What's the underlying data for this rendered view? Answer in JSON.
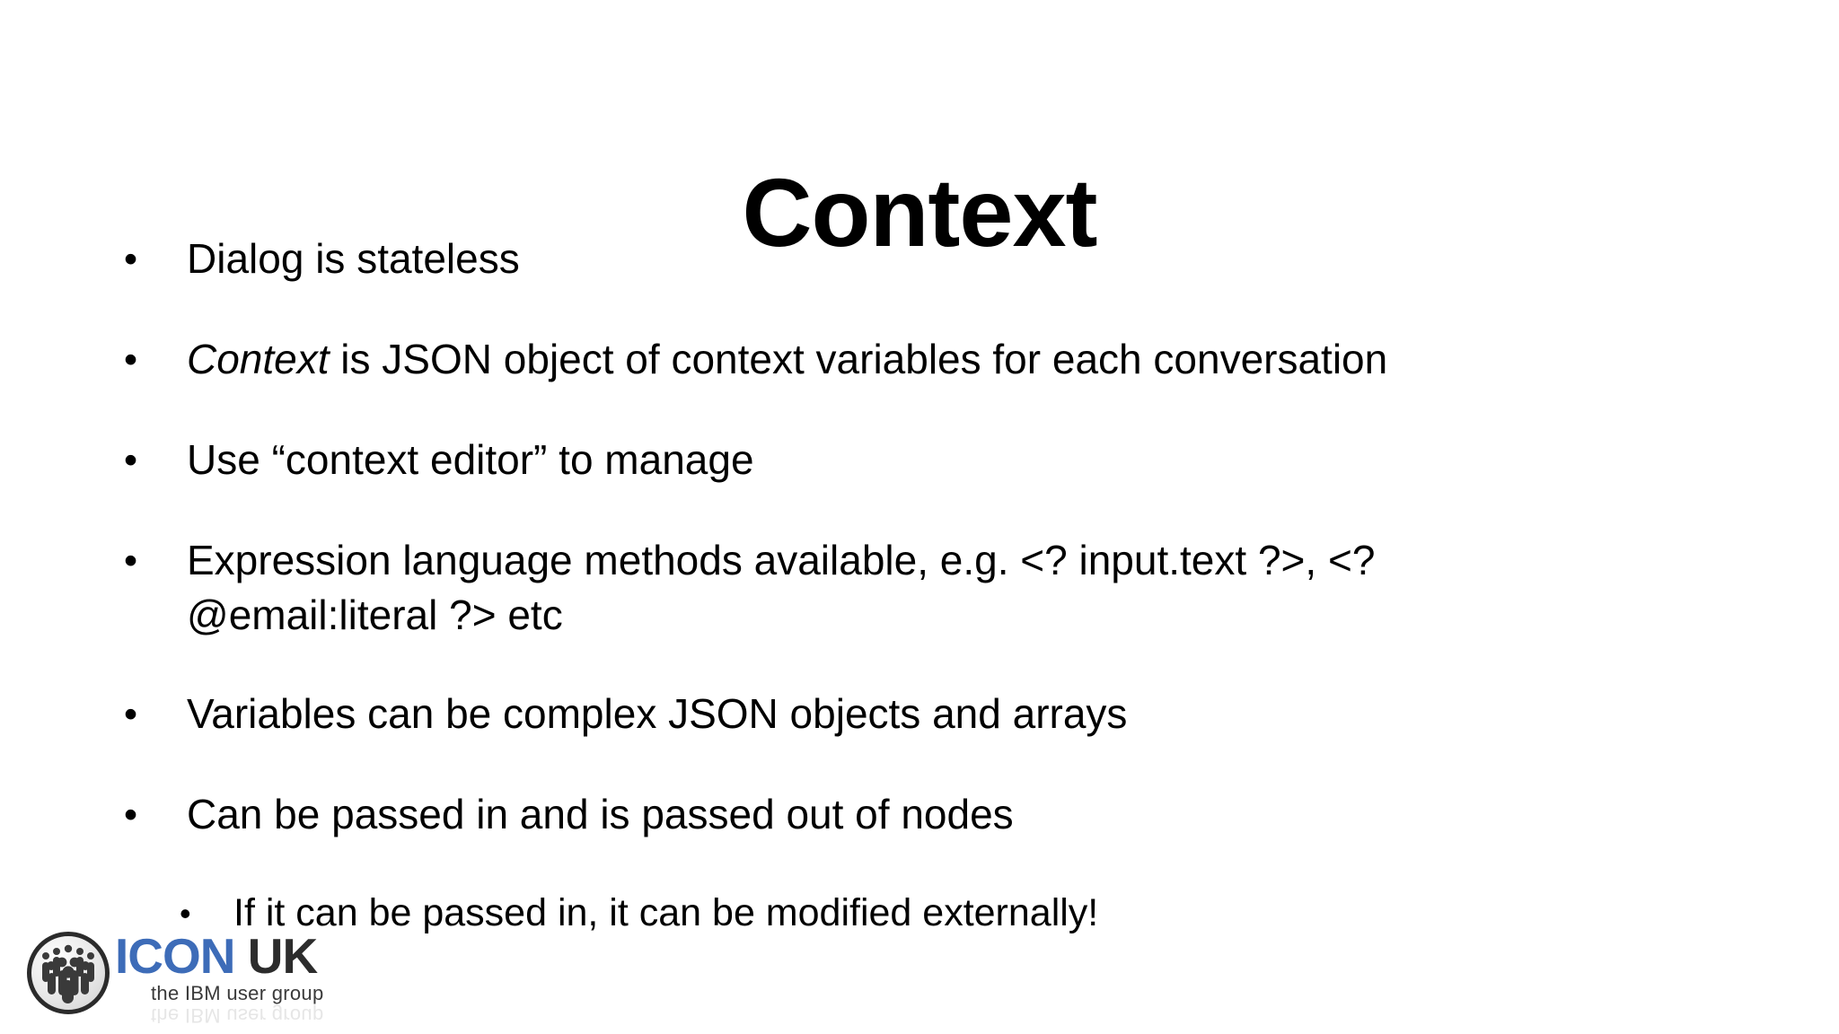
{
  "slide": {
    "title": "Context",
    "background_color": "#ffffff",
    "text_color": "#000000",
    "bullets": [
      {
        "level": 1,
        "marker": "•",
        "text": "Dialog is stateless",
        "emphasis_prefix": ""
      },
      {
        "level": 1,
        "marker": "•",
        "emphasis_prefix": "Context",
        "text": " is JSON object of context variables for each conversation"
      },
      {
        "level": 1,
        "marker": "•",
        "text": "Use “context editor” to manage",
        "emphasis_prefix": ""
      },
      {
        "level": 1,
        "marker": "•",
        "text": "Expression language methods available, e.g. <? input.text ?>, <? @email:literal ?> etc",
        "emphasis_prefix": ""
      },
      {
        "level": 1,
        "marker": "•",
        "text": "Variables can be complex JSON objects and arrays",
        "emphasis_prefix": ""
      },
      {
        "level": 1,
        "marker": "•",
        "text": "Can be passed in and is passed out of nodes",
        "emphasis_prefix": ""
      },
      {
        "level": 2,
        "marker": "•",
        "text": "If it can be passed in, it can be modified externally!",
        "emphasis_prefix": ""
      }
    ]
  },
  "logo": {
    "icon_word": "ICON",
    "uk_word": "UK",
    "tagline": "the IBM user group",
    "icon_color": "#3d6cb8",
    "uk_color": "#2c2c2c",
    "badge_icon_name": "user-group-icon"
  }
}
